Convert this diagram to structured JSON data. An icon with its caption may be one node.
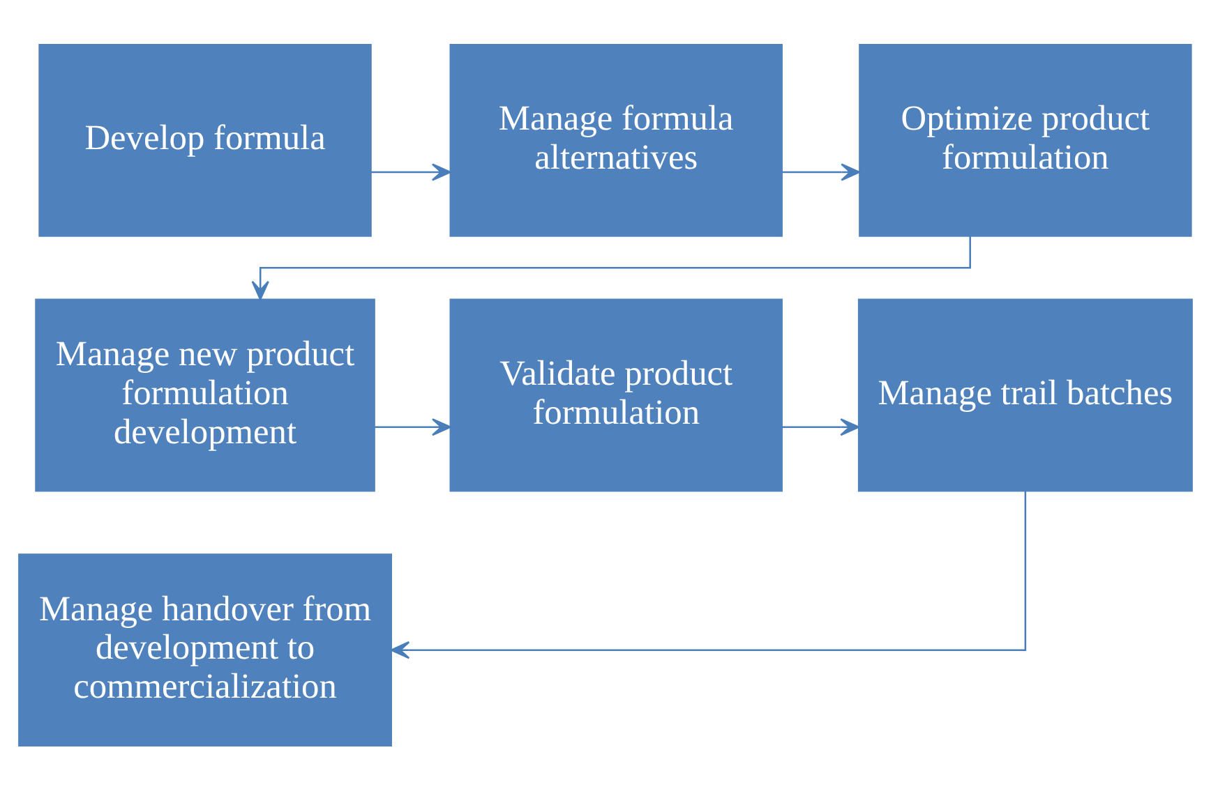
{
  "diagram": {
    "nodes": [
      {
        "text": [
          "Develop formula"
        ]
      },
      {
        "text": [
          "Manage formula alternatives"
        ]
      },
      {
        "text": [
          "Optimize product formulation"
        ]
      },
      {
        "text": [
          "Manage new product formulation development"
        ]
      },
      {
        "text": [
          "Validate product formulation"
        ]
      },
      {
        "text": [
          "Manage trail batches"
        ]
      },
      {
        "text": [
          "Manage handover from development to commercialization"
        ]
      }
    ],
    "edges": [
      {
        "from": 0,
        "to": 1,
        "arrow": "to"
      },
      {
        "from": 1,
        "to": 2,
        "arrow": "to"
      },
      {
        "from": 2,
        "to": 3,
        "arrow": "to"
      },
      {
        "from": 3,
        "to": 4,
        "arrow": "to"
      },
      {
        "from": 4,
        "to": 5,
        "arrow": "to"
      },
      {
        "from": 5,
        "to": 6,
        "arrow": "to"
      }
    ]
  }
}
